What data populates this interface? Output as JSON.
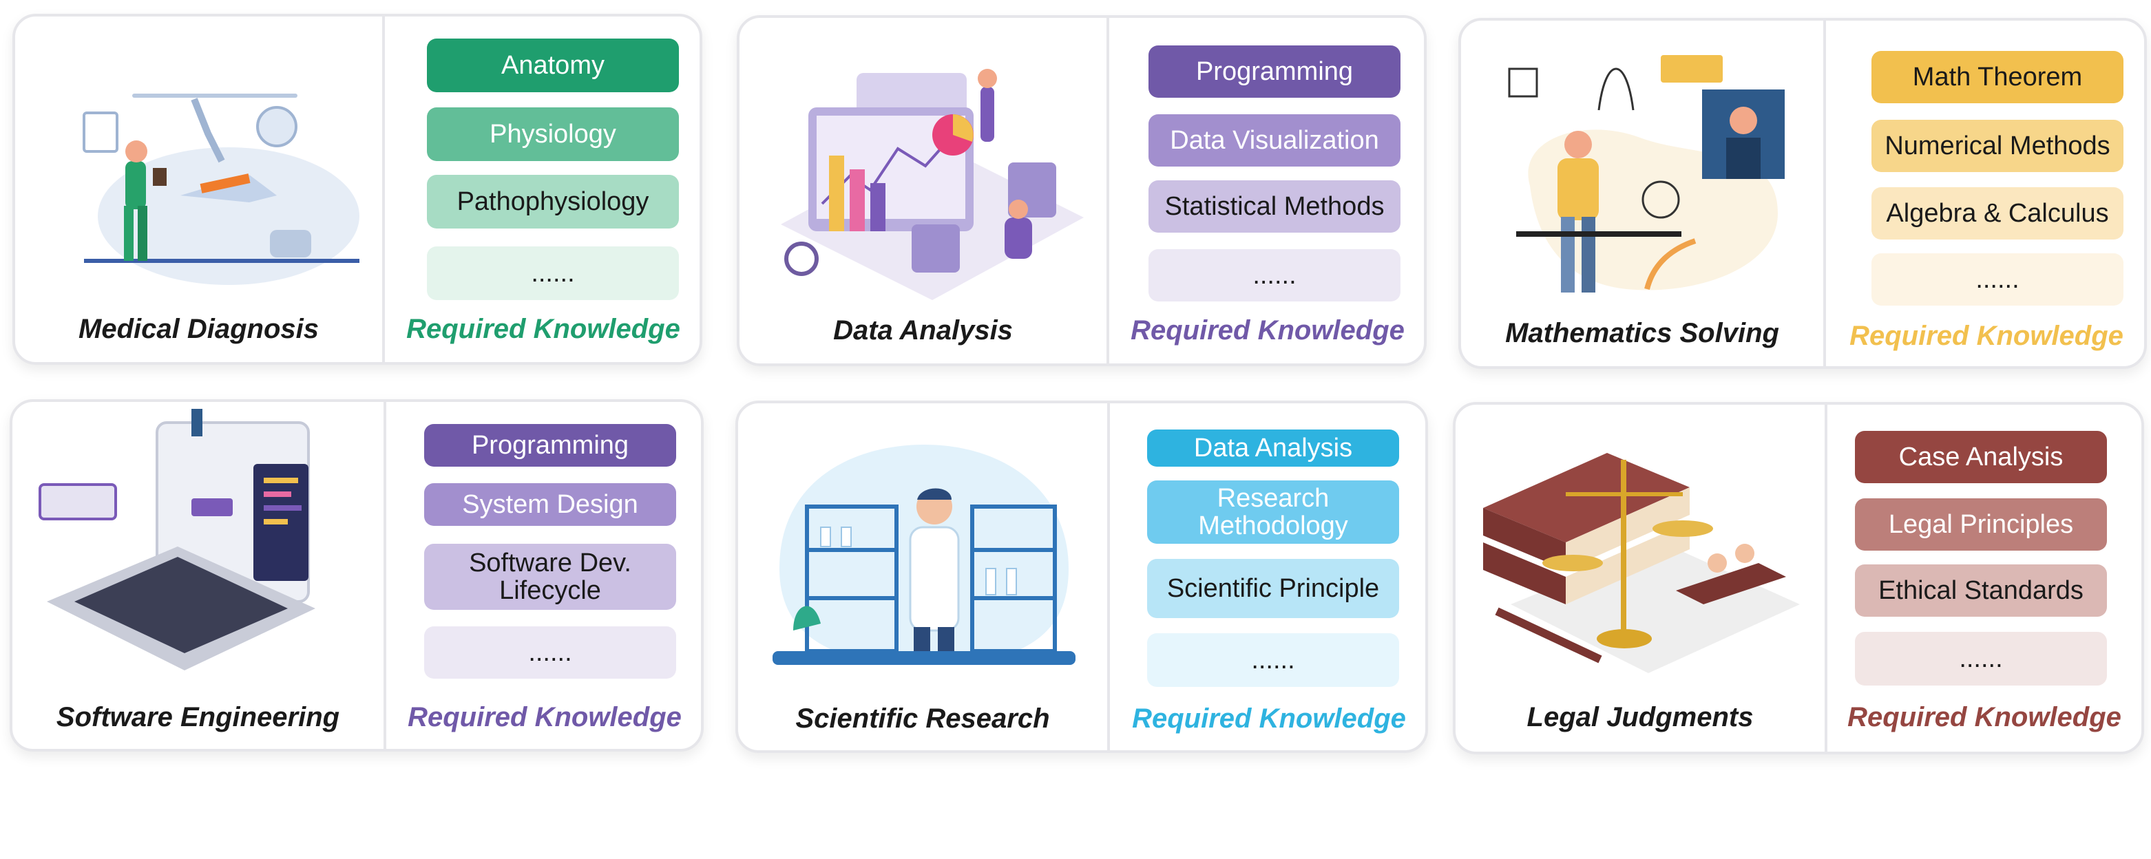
{
  "cards": [
    {
      "task": "Medical Diagnosis",
      "knowledge_label": "Required Knowledge",
      "accent": "#1f9e6e",
      "icon": "doctor-patient-illustration",
      "items": [
        "Anatomy",
        "Physiology",
        "Pathophysiology",
        "......"
      ]
    },
    {
      "task": "Data Analysis",
      "knowledge_label": "Required Knowledge",
      "accent": "#7059a8",
      "icon": "data-dashboard-illustration",
      "items": [
        "Programming",
        "Data Visualization",
        "Statistical Methods",
        "......"
      ]
    },
    {
      "task": "Mathematics Solving",
      "knowledge_label": "Required Knowledge",
      "accent": "#f2c04e",
      "icon": "math-whiteboard-illustration",
      "items": [
        "Math Theorem",
        "Numerical Methods",
        "Algebra & Calculus",
        "......"
      ]
    },
    {
      "task": "Software Engineering",
      "knowledge_label": "Required Knowledge",
      "accent": "#7059a8",
      "icon": "laptop-code-illustration",
      "items": [
        "Programming",
        "System Design",
        "Software Dev. Lifecycle",
        "......"
      ]
    },
    {
      "task": "Scientific Research",
      "knowledge_label": "Required Knowledge",
      "accent": "#2eb3e0",
      "icon": "scientist-lab-illustration",
      "items": [
        "Data Analysis",
        "Research Methodology",
        "Scientific Principle",
        "......"
      ]
    },
    {
      "task": "Legal Judgments",
      "knowledge_label": "Required Knowledge",
      "accent": "#954641",
      "icon": "law-books-scales-illustration",
      "items": [
        "Case Analysis",
        "Legal Principles",
        "Ethical Standards",
        "......"
      ]
    }
  ]
}
